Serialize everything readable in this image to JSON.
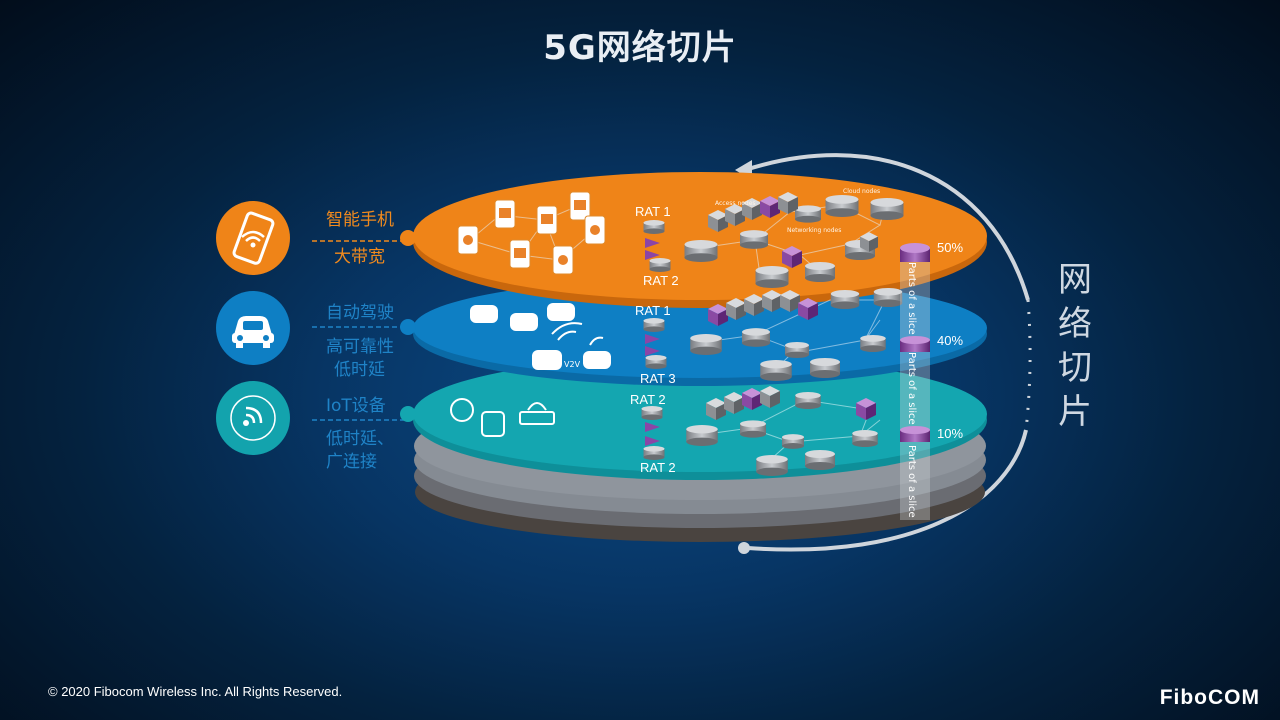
{
  "slide": {
    "title": "5G网络切片",
    "side_title_chars": [
      "网",
      "络",
      "切",
      "片"
    ],
    "footer": "© 2020 Fibocom Wireless Inc. All Rights Reserved.",
    "logo_text": "FiboCOM"
  },
  "use_cases": [
    {
      "title": "智能手机",
      "desc_lines": [
        "大带宽"
      ],
      "color": "#f18a1d",
      "icon": "smartphone-wifi-icon"
    },
    {
      "title": "自动驾驶",
      "desc_lines": [
        "高可靠性",
        "低时延"
      ],
      "color": "#1f83c7",
      "icon": "car-icon"
    },
    {
      "title": "IoT设备",
      "desc_lines": [
        "低时延、",
        "广连接"
      ],
      "color": "#1f83c7",
      "icon": "iot-signal-icon"
    }
  ],
  "layers": [
    {
      "rat_top": "RAT 1",
      "rat_bottom": "RAT 2",
      "percent": "50%",
      "color": "#ef8418",
      "slice_label": "Parts of a slice",
      "node_labels": [
        "Access nodes",
        "Cloud nodes",
        "Networking nodes"
      ]
    },
    {
      "rat_top": "RAT 1",
      "rat_bottom": "RAT 3",
      "percent": "40%",
      "color": "#0d7fc4",
      "slice_label": "Parts of a slice",
      "v2v_label": "V2V"
    },
    {
      "rat_top": "RAT 2",
      "rat_bottom": "RAT 2",
      "percent": "10%",
      "color": "#13a3ad",
      "slice_label": "Parts of a slice"
    }
  ]
}
